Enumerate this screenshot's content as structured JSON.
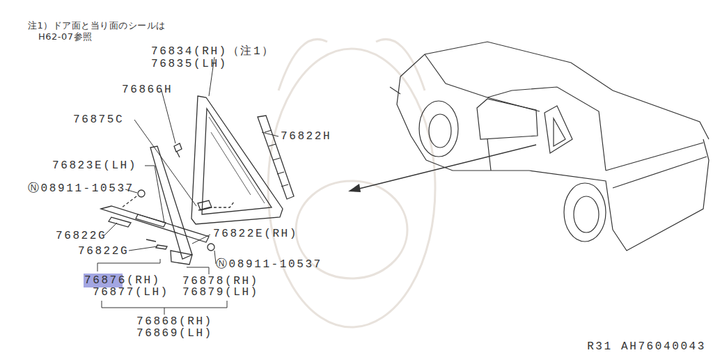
{
  "diagram": {
    "labels": [
      "注1）ドア面と当り面のシールは",
      "H62-07参照",
      "76834(RH)（注1）",
      "76835(LH)",
      "76866H",
      "76875C",
      "76822H",
      "76823E(LH)",
      "Ⓝ08911-10537",
      "76822G",
      "76822G",
      "76822E(RH)",
      "Ⓝ08911-10537",
      "76876(RH)",
      "76877(LH)",
      "76878(RH)",
      "76879(LH)",
      "76868(RH)",
      "76869(LH)",
      "R31 AH76040043"
    ]
  }
}
